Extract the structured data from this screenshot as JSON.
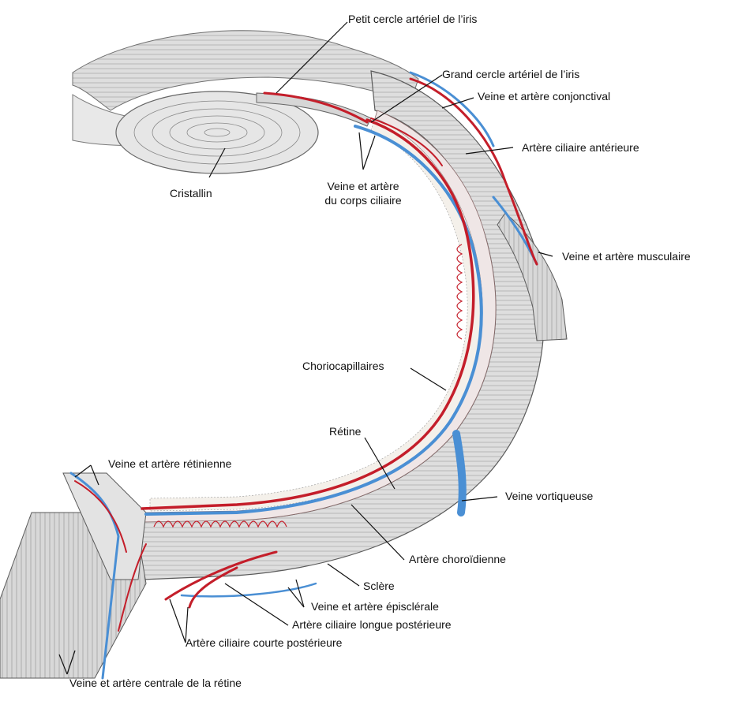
{
  "colors": {
    "artery": "#c41e2a",
    "vein": "#4a8fd4",
    "tissue": "#dedede",
    "tissue_line": "#7a7a7a",
    "leader": "#111111",
    "background": "#ffffff"
  },
  "labels": {
    "petit_cercle": "Petit cercle artériel de l’iris",
    "grand_cercle": "Grand cercle artériel de l’iris",
    "veine_conjonctival": "Veine et artère conjonctival",
    "ciliaire_anterieure": "Artère ciliaire antérieure",
    "cristallin": "Cristallin",
    "corps_ciliaire_1": "Veine et artère",
    "corps_ciliaire_2": "du corps ciliaire",
    "musculaire": "Veine et artère musculaire",
    "choriocapillaires": "Choriocapillaires",
    "retine": "Rétine",
    "retinienne": "Veine et artère rétinienne",
    "vortiqueuse": "Veine vortiqueuse",
    "choroidienne": "Artère choroïdienne",
    "sclere": "Sclère",
    "episclerale": "Veine et artère épisclérale",
    "ciliaire_longue": "Artère ciliaire longue postérieure",
    "ciliaire_courte": "Artère ciliaire courte postérieure",
    "centrale_retine": "Veine et artère centrale de la rétine"
  }
}
